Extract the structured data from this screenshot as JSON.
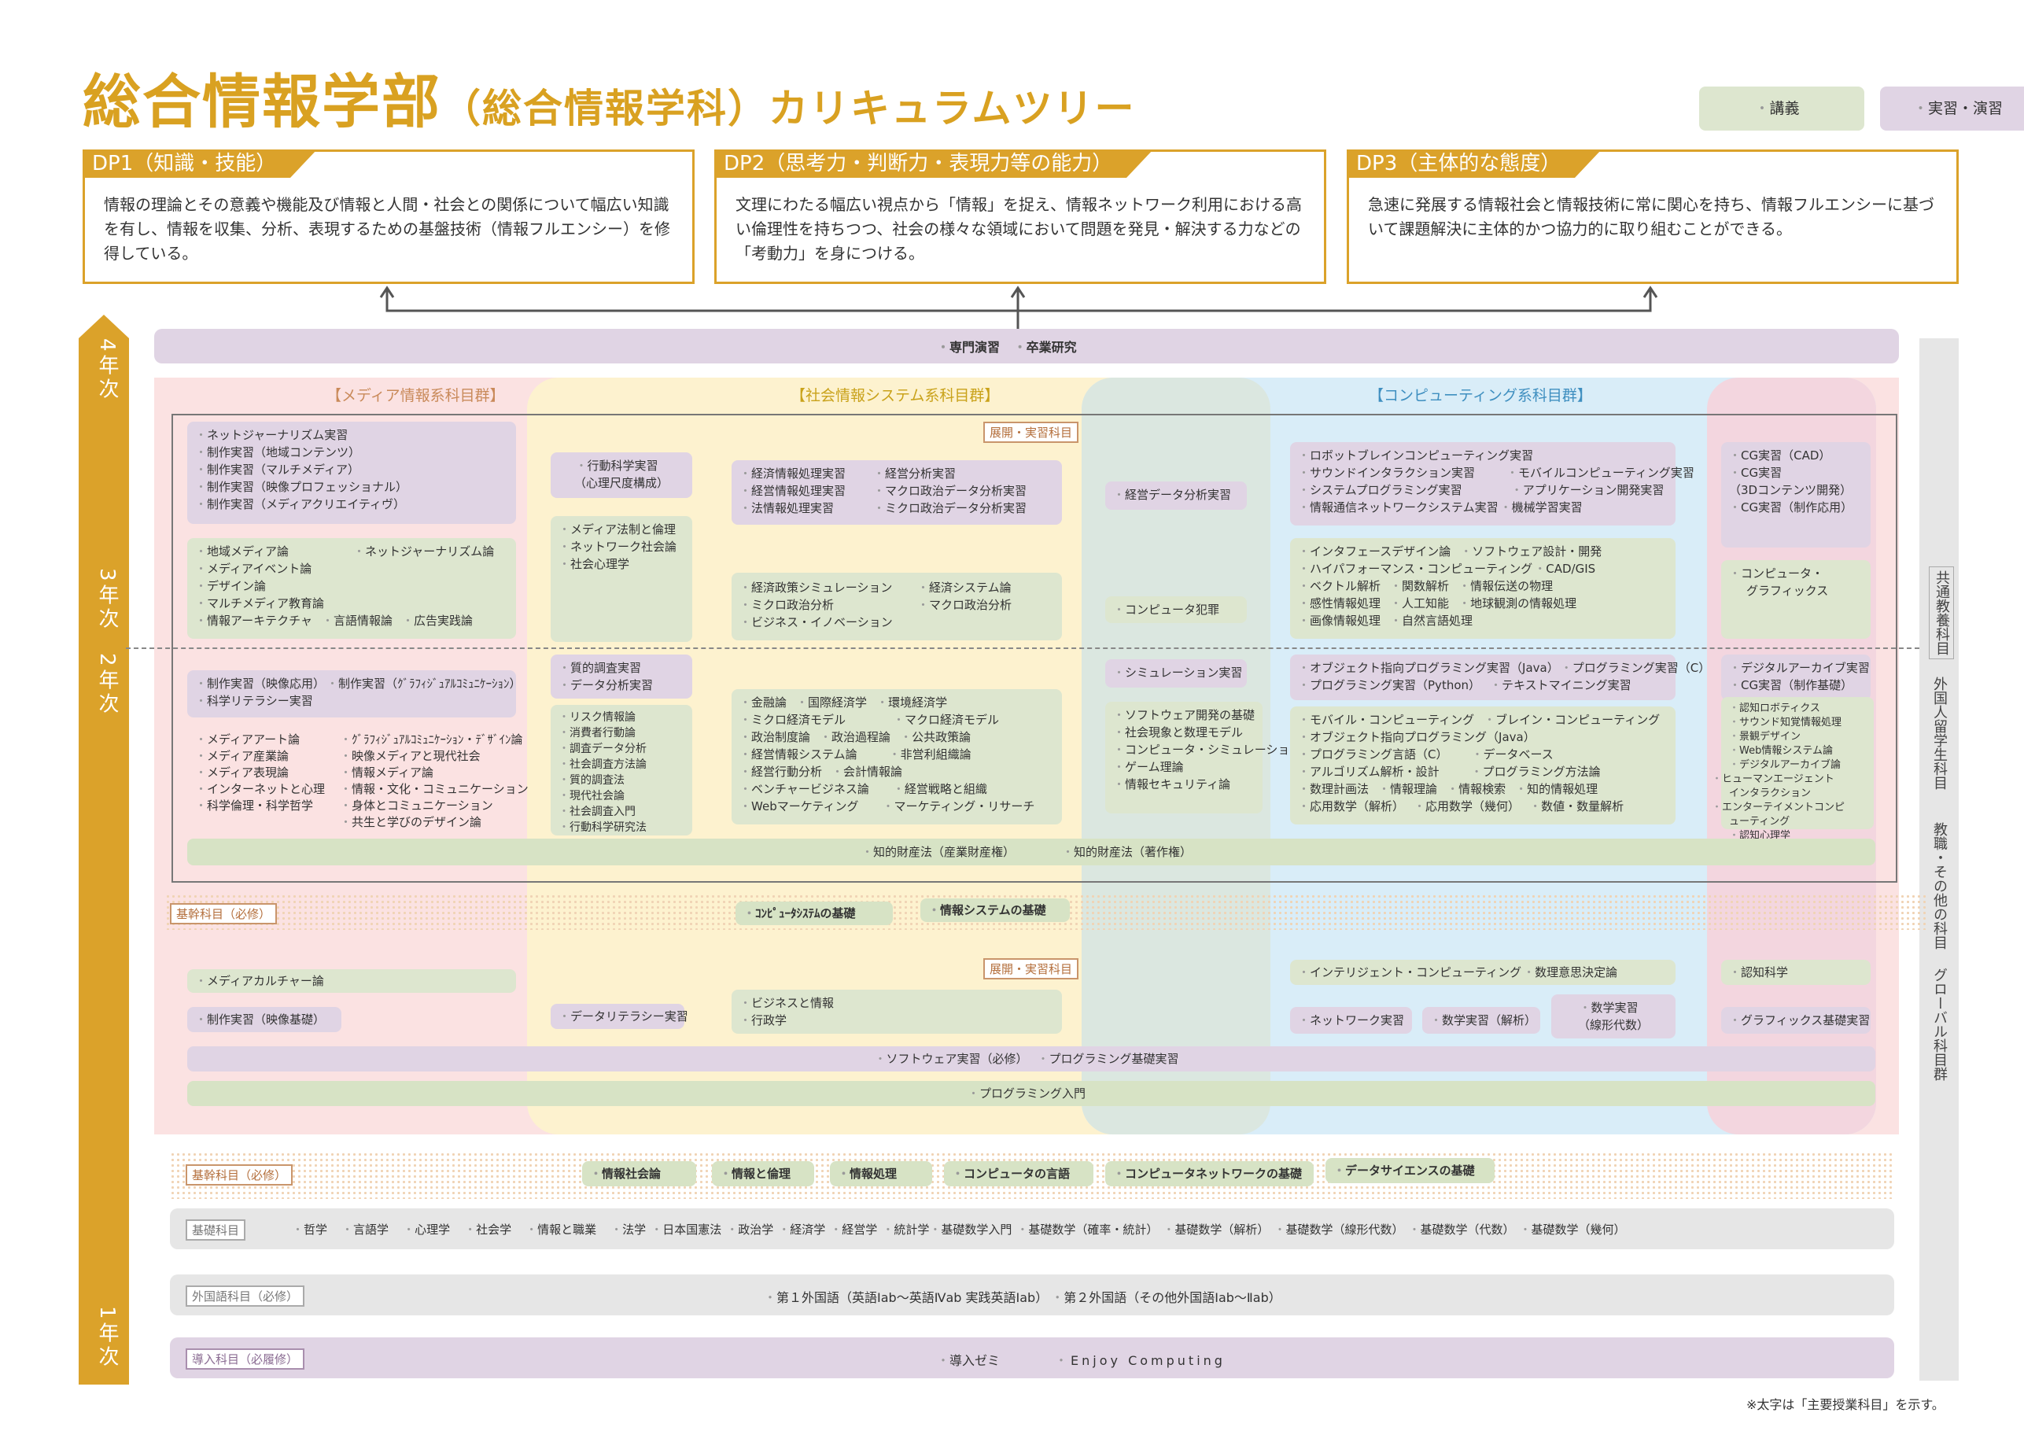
{
  "title": {
    "main": "総合情報学部",
    "paren": "（総合情報学科）",
    "tail": "カリキュラムツリー"
  },
  "legend": {
    "lecture": "講義",
    "practice": "実習・演習"
  },
  "dp": [
    {
      "head": "DP1（知識・技能）",
      "body": "情報の理論とその意義や機能及び情報と人間・社会との関係について幅広い知識を有し、情報を収集、分析、表現するための基盤技術（情報フルエンシー）を修得している。"
    },
    {
      "head": "DP2（思考力・判断力・表現力等の能力）",
      "body": "文理にわたる幅広い視点から「情報」を捉え、情報ネットワーク利用における高い倫理性を持ちつつ、社会の様々な領域において問題を発見・解決する力などの「考動力」を身につける。"
    },
    {
      "head": "DP3（主体的な態度）",
      "body": "急速に発展する情報社会と情報技術に常に関心を持ち、情報フルエンシーに基づいて課題解決に主体的かつ協力的に取り組むことができる。"
    }
  ],
  "years": {
    "y4": "4年次",
    "y3": "3年次",
    "y2": "2年次",
    "y1": "1年次"
  },
  "year4": {
    "a": "専門演習",
    "b": "卒業研究"
  },
  "groups": {
    "media": "【メディア情報系科目群】",
    "social": "【社会情報システム系科目群】",
    "computing": "【コンピューティング系科目群】"
  },
  "tags": {
    "tenkai1": "展開・実習科目",
    "tenkai2": "展開・実習科目",
    "kikan1": "基幹科目（必修）",
    "kikan2": "基幹科目（必修）",
    "kiso": "基礎科目",
    "gaikoku": "外国語科目（必修）",
    "dounyu": "導入科目（必履修）"
  },
  "side": {
    "kyotsu": "共通教養科目",
    "ryugaku": "外国人留学生科目",
    "kyoshoku": "教職・その他の科目",
    "global": "グローバル科目群"
  },
  "media": {
    "p1": [
      "ネットジャーナリズム実習",
      "制作実習（地域コンテンツ）",
      "制作実習（マルチメディア）",
      "制作実習（映像プロフェッショナル）",
      "制作実習（メディアクリエイティヴ）"
    ],
    "g1a": [
      "地域メディア論",
      "メディアイベント論",
      "デザイン論",
      "マルチメディア教育論"
    ],
    "g1b": "ネットジャーナリズム論",
    "g1c": [
      "情報アーキテクチャ",
      "言語情報論",
      "広告実践論"
    ],
    "p2": [
      "制作実習（映像応用）",
      "制作実習（ｸﾞﾗﾌｨｼﾞｭｱﾙｺﾐｭﾆｹｰｼｮﾝ）",
      "科学リテラシー実習"
    ],
    "g2a": [
      "メディアアート論",
      "メディア産業論",
      "メディア表現論",
      "インターネットと心理",
      "科学倫理・科学哲学"
    ],
    "g2b": [
      "ｸﾞﾗﾌｨｼﾞｭｱﾙｺﾐｭﾆｹｰｼｮﾝ・ﾃﾞｻﾞｲﾝ論",
      "映像メディアと現代社会",
      "情報メディア論",
      "情報・文化・コミュニケーション",
      "身体とコミュニケーション",
      "共生と学びのデザイン論"
    ],
    "g3": "メディアカルチャー論",
    "p3": "制作実習（映像基礎）"
  },
  "behav": {
    "p1": [
      "行動科学実習",
      "（心理尺度構成）"
    ],
    "g1": [
      "メディア法制と倫理",
      "ネットワーク社会論",
      "社会心理学"
    ],
    "p2": [
      "質的調査実習",
      "データ分析実習"
    ],
    "g2": [
      "リスク情報論",
      "消費者行動論",
      "調査データ分析",
      "社会調査方法論",
      "質的調査法",
      "現代社会論",
      "社会調査入門",
      "行動科学研究法"
    ],
    "p3": "データリテラシー実習"
  },
  "social": {
    "p1a": [
      "経済情報処理実習",
      "経営情報処理実習",
      "法情報処理実習"
    ],
    "p1b": [
      "経営分析実習",
      "マクロ政治データ分析実習",
      "ミクロ政治データ分析実習"
    ],
    "g1a": [
      "経済政策シミュレーション",
      "ミクロ政治分析",
      "ビジネス・イノベーション"
    ],
    "g1b": [
      "経済システム論",
      "マクロ政治分析"
    ],
    "g2": [
      [
        "金融論",
        "国際経済学",
        "環境経済学"
      ],
      [
        "ミクロ経済モデル",
        "マクロ経済モデル"
      ],
      [
        "政治制度論",
        "政治過程論",
        "公共政策論"
      ],
      [
        "経営情報システム論",
        "非営利組織論"
      ],
      [
        "経営行動分析",
        "会計情報論"
      ],
      [
        "ベンチャービジネス論",
        "経営戦略と組織"
      ],
      [
        "Webマーケティング",
        "マーケティング・リサーチ"
      ]
    ],
    "kikan": [
      "ｺﾝﾋﾟｭｰﾀｼｽﾃﾑの基礎",
      "情報システムの基礎"
    ],
    "g3": [
      "ビジネスと情報",
      "行政学"
    ]
  },
  "mgmt": {
    "p1": "経営データ分析実習",
    "g1": "コンピュータ犯罪",
    "p2": "シミュレーション実習",
    "g2": [
      "ソフトウェア開発の基礎",
      "社会現象と数理モデル",
      "コンピュータ・シミュレーション",
      "ゲーム理論",
      "情報セキュリティ論"
    ]
  },
  "comp": {
    "p1": [
      "ロボットブレインコンピューティング実習",
      "サウンドインタラクション実習",
      "モバイルコンピューティング実習",
      "システムプログラミング実習",
      "アプリケーション開発実習",
      "情報通信ネットワークシステム実習",
      "機械学習実習"
    ],
    "g1": [
      [
        "インタフェースデザイン論",
        "ソフトウェア設計・開発"
      ],
      [
        "ハイパフォーマンス・コンピューティング",
        "CAD/GIS"
      ],
      [
        "ベクトル解析",
        "関数解析",
        "情報伝送の物理"
      ],
      [
        "感性情報処理",
        "人工知能",
        "地球観測の情報処理"
      ],
      [
        "画像情報処理",
        "自然言語処理"
      ]
    ],
    "p2": [
      [
        "オブジェクト指向プログラミング実習（Java）",
        "プログラミング実習（C）"
      ],
      [
        "プログラミング実習（Python）",
        "テキストマイニング実習"
      ]
    ],
    "g2": [
      [
        "モバイル・コンピューティング",
        "ブレイン・コンピューティング"
      ],
      [
        "オブジェクト指向プログラミング（Java）"
      ],
      [
        "プログラミング言語（C）",
        "データベース"
      ],
      [
        "アルゴリズム解析・設計",
        "プログラミング方法論"
      ],
      [
        "数理計画法",
        "情報理論",
        "情報検索",
        "知的情報処理"
      ],
      [
        "応用数学（解析）",
        "応用数学（幾何）",
        "数値・数量解析"
      ]
    ],
    "g3": [
      "インテリジェント・コンピューティング",
      "数理意思決定論"
    ],
    "p3": [
      "ネットワーク実習",
      "数学実習（解析）"
    ],
    "p3b": [
      "数学実習",
      "（線形代数）"
    ]
  },
  "cg": {
    "p1": [
      "CG実習（CAD）",
      "CG実習",
      "（3Dコンテンツ開発）",
      "CG実習（制作応用）"
    ],
    "g1": [
      "コンピュータ・",
      "グラフィックス"
    ],
    "p2": [
      "デジタルアーカイブ実習",
      "CG実習（制作基礎）"
    ],
    "g2": [
      "認知ロボティクス",
      "サウンド知覚情報処理",
      "景観デザイン",
      "Web情報システム論",
      "デジタルアーカイブ論",
      "ヒューマンエージェントインタラクション",
      "エンターテイメントコンピューティング",
      "認知心理学"
    ],
    "g3": "認知科学",
    "p3": "グラフィックス基礎実習"
  },
  "law": [
    "知的財産法（産業財産権）",
    "知的財産法（著作権）"
  ],
  "software": [
    "ソフトウェア実習（必修）",
    "プログラミング基礎実習"
  ],
  "intro_prog": "プログラミング入門",
  "kikan_row": [
    "情報社会論",
    "情報と倫理",
    "情報処理",
    "コンピュータの言語",
    "コンピュータネットワークの基礎",
    "データサイエンスの基礎"
  ],
  "kiso_row": [
    "哲学",
    "言語学",
    "心理学",
    "社会学",
    "情報と職業",
    "法学",
    "日本国憲法",
    "政治学",
    "経済学",
    "経営学",
    "統計学",
    "基礎数学入門",
    "基礎数学（確率・統計）",
    "基礎数学（解析）",
    "基礎数学（線形代数）",
    "基礎数学（代数）",
    "基礎数学（幾何）"
  ],
  "gaikoku_row": [
    "第１外国語（英語Ⅰab～英語Ⅳab 実践英語Ⅰab）",
    "第２外国語（その他外国語Ⅰab～Ⅱab）"
  ],
  "dounyu_row": [
    "導入ゼミ",
    "Enjoy Computing"
  ],
  "footnote": "※太字は「主要授業科目」を示す。",
  "colors": {
    "gold": "#dba22a",
    "purple": "#e0d4e4",
    "green": "#dde6cf",
    "pink": "#fbe2e2",
    "yellow": "#fdf2cf",
    "blue": "#d9edf8"
  }
}
